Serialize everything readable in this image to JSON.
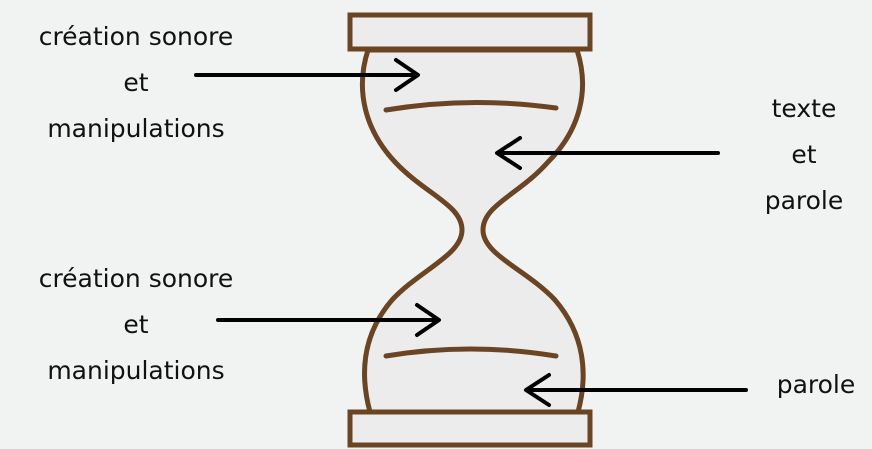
{
  "colors": {
    "background": "#f1f2f2",
    "hourglass_outline": "#6b4423",
    "hourglass_fill": "#ececec",
    "arrow": "#000000",
    "text": "#111111"
  },
  "labels": {
    "top_left": [
      "création sonore",
      "et",
      "manipulations"
    ],
    "mid_right": [
      "texte",
      "et",
      "parole"
    ],
    "bottom_left": [
      "création sonore",
      "et",
      "manipulations"
    ],
    "bottom_right": [
      "parole"
    ]
  }
}
